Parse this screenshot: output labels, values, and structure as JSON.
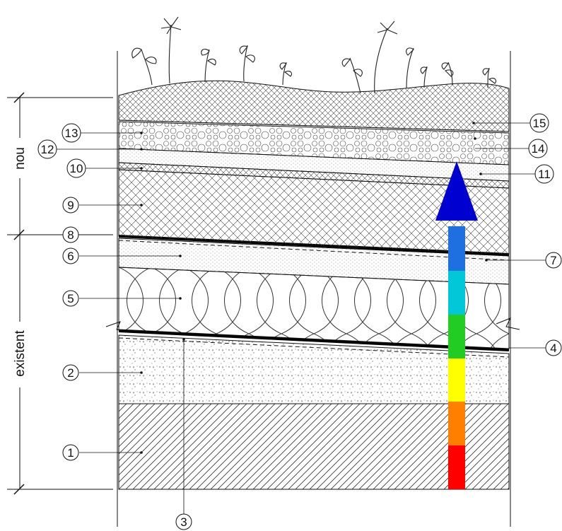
{
  "labels": {
    "l1": "1",
    "l2": "2",
    "l3": "3",
    "l4": "4",
    "l5": "5",
    "l6": "6",
    "l7": "7",
    "l8": "8",
    "l9": "9",
    "l10": "10",
    "l11": "11",
    "l12": "12",
    "l13": "13",
    "l14": "14",
    "l15": "15"
  },
  "sections": {
    "new": "nou",
    "existing": "existent"
  },
  "colors": {
    "ink": "#111111",
    "heat_arrow": [
      "#ff0000",
      "#ff7f00",
      "#ffff00",
      "#22cc22",
      "#00c8d8",
      "#1e6fe0",
      "#0000d0"
    ]
  },
  "icons": [
    "plant-icon",
    "heat-flow-arrow-icon"
  ]
}
